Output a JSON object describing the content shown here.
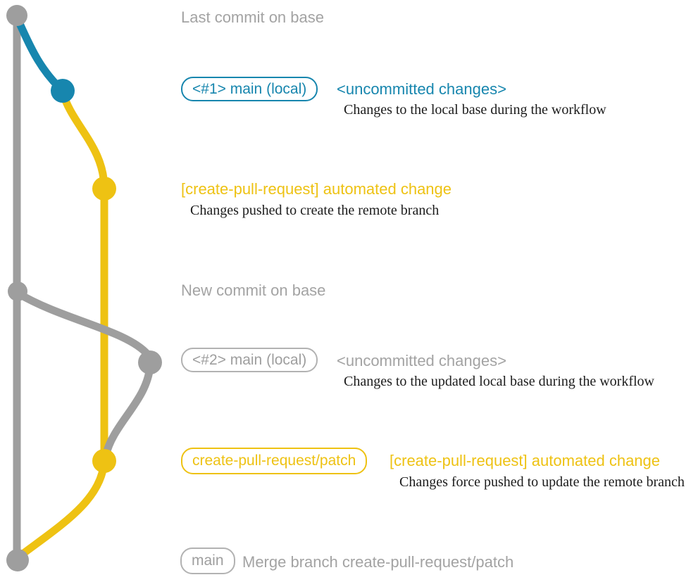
{
  "diagram_title": "git workflow branching diagram",
  "colors": {
    "branch_gray": "#9e9e9e",
    "branch_teal": "#1786ae",
    "branch_yellow": "#eec213",
    "label_gray": "#a3a3a3",
    "description_black": "#1c1c1c",
    "gray_box_border": "#b2b2b2"
  },
  "annotations": {
    "last_commit": "Last commit on base",
    "new_commit": "New commit on base",
    "merge_message": "Merge branch create-pull-request/patch"
  },
  "branch_tags": {
    "local_main_1": "<#1> main (local)",
    "local_main_2": "<#2> main (local)",
    "patch_branch": "create-pull-request/patch",
    "main_branch": "main"
  },
  "commit_notes": {
    "uncommitted_1": "<uncommitted changes>",
    "uncommitted_1_desc": "Changes to the local base during the workflow",
    "automated_change_1": "[create-pull-request] automated change",
    "automated_change_1_desc": "Changes pushed to create the remote branch",
    "uncommitted_2": "<uncommitted changes>",
    "uncommitted_2_desc": "Changes to the updated local base during the workflow",
    "automated_change_2": "[create-pull-request] automated change",
    "automated_change_2_desc": "Changes force pushed to update the remote branch"
  }
}
